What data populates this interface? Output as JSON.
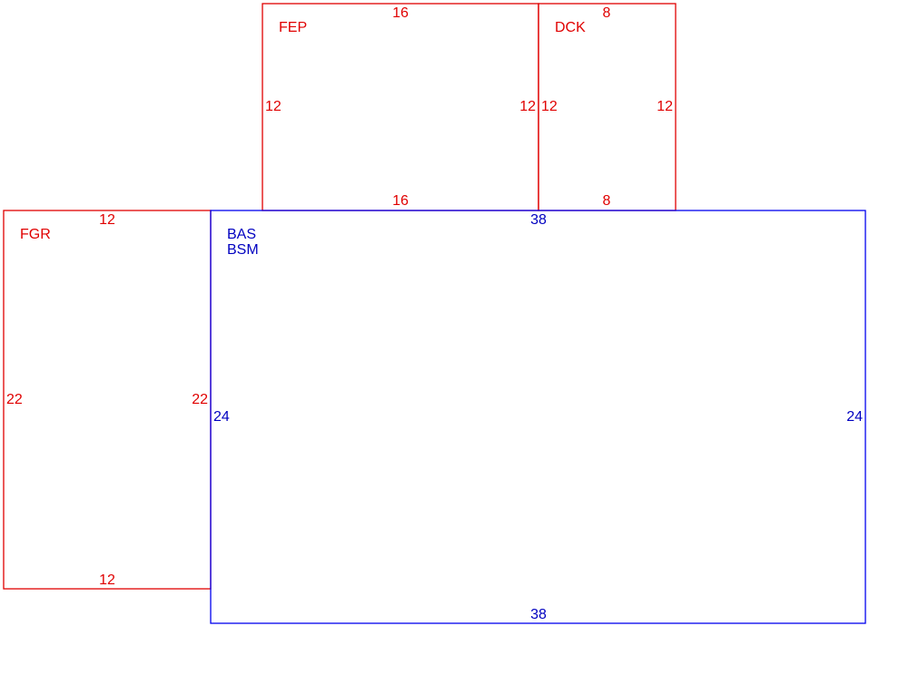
{
  "colors": {
    "addition": "#e00000",
    "base": "#0000ee",
    "base_text": "#0000c0"
  },
  "areas": {
    "fep": {
      "code": "FEP",
      "top": "16",
      "bottom": "16",
      "left": "12",
      "right": "12"
    },
    "dck": {
      "code": "DCK",
      "top": "8",
      "bottom": "8",
      "left": "12",
      "right": "12"
    },
    "fgr": {
      "code": "FGR",
      "top": "12",
      "bottom": "12",
      "left": "22",
      "right": "22"
    },
    "bas": {
      "code_1": "BAS",
      "code_2": "BSM",
      "top": "38",
      "bottom": "38",
      "left": "24",
      "right": "24"
    }
  }
}
